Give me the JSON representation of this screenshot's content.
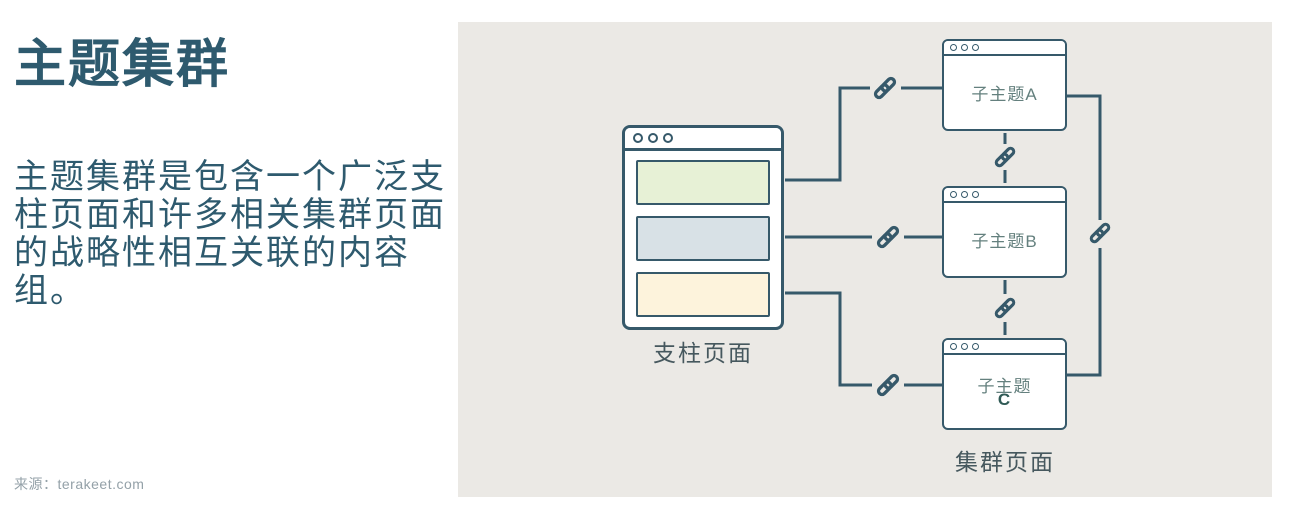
{
  "colors": {
    "accent": "#36596a",
    "panel-bg": "#ebe9e5",
    "title-color": "#2e5a6e",
    "body-color": "#2e5a6e",
    "muted": "#94a1a8",
    "block-green": "#e7f1d6",
    "block-blue": "#d8e1e6",
    "block-cream": "#fdf3dc",
    "window-text": "#64807e",
    "label-color": "#46585e"
  },
  "left": {
    "title": "主题集群",
    "description": "主题集群是包含一个广泛支柱页面和许多相关集群页面的战略性相互关联的内容组。",
    "source": "来源：terakeet.com"
  },
  "diagram": {
    "pillar": {
      "label": "支柱页面"
    },
    "clusters": [
      {
        "line1": "子主题A",
        "line2": ""
      },
      {
        "line1": "子主题B",
        "line2": ""
      },
      {
        "line1": "子主题",
        "line2": "C"
      }
    ],
    "group_label": "集群页面"
  }
}
